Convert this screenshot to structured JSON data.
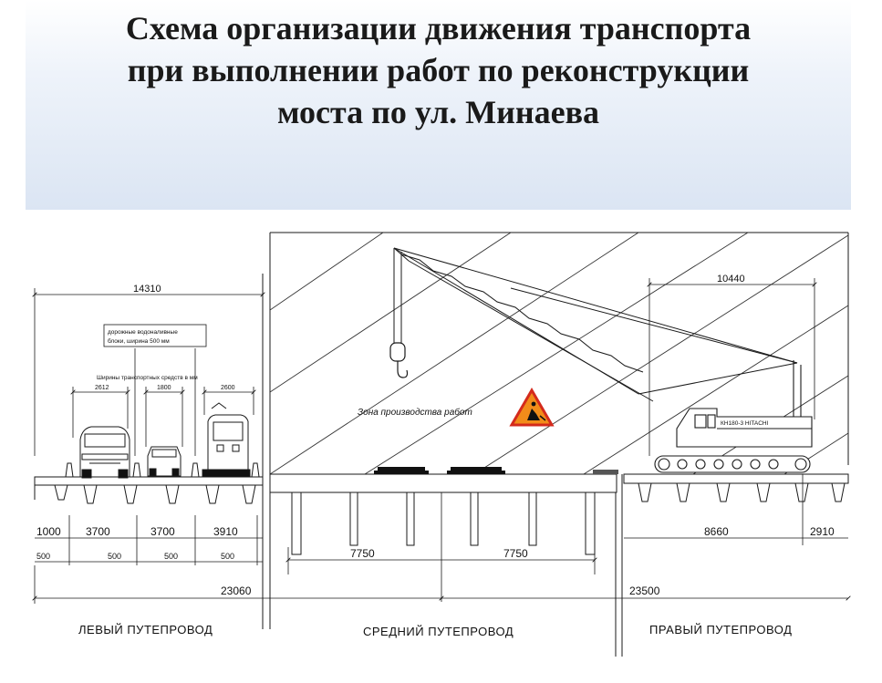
{
  "title": {
    "line1": "Схема организации движения транспорта",
    "line2": "при выполнении работ по реконструкции",
    "line3": "моста по ул. Минаева"
  },
  "diagram": {
    "dimensions": {
      "left_total": "14310",
      "crane_reach": "10440",
      "vehicle_width_1": "2612",
      "vehicle_width_2": "1800",
      "vehicle_width_3": "2600",
      "lane_1000": "1000",
      "lane_3700_a": "3700",
      "lane_3700_b": "3700",
      "lane_3910": "3910",
      "small_500_a": "500",
      "small_500_b": "500",
      "small_500_c": "500",
      "small_500_d": "500",
      "middle_7750_a": "7750",
      "middle_7750_b": "7750",
      "right_8660": "8660",
      "right_2910": "2910",
      "total_23060": "23060",
      "total_23500": "23500"
    },
    "notes": {
      "barrier_line1": "дорожные водоналивные",
      "barrier_line2": "блоки, ширина 500 мм",
      "vehicle_widths": "Ширины транспортных средств в мм",
      "work_zone": "Зона производства работ",
      "crane_model": "КН180-3 HITACHI"
    },
    "sections": {
      "left": "ЛЕВЫЙ ПУТЕПРОВОД",
      "middle": "СРЕДНИЙ ПУТЕПРОВОД",
      "right": "ПРАВЫЙ ПУТЕПРОВОД"
    },
    "colors": {
      "line": "#1a1a1a",
      "hatch": "#333333",
      "warning_fill": "#f28c1a",
      "warning_border": "#d42a1c"
    },
    "icons": [
      "road-works-warning-icon",
      "crane-hook-icon"
    ]
  }
}
